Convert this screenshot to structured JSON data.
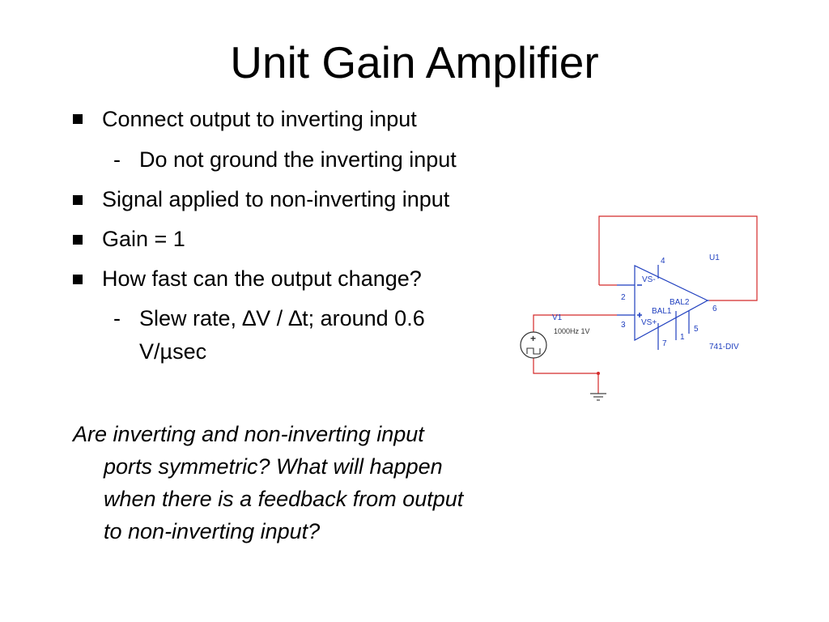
{
  "title": "Unit Gain Amplifier",
  "bullets": [
    {
      "level": 1,
      "text": "Connect output to inverting input"
    },
    {
      "level": 2,
      "text": "Do not ground the inverting input"
    },
    {
      "level": 1,
      "text": "Signal applied to non-inverting input"
    },
    {
      "level": 1,
      "text": "Gain = 1"
    },
    {
      "level": 1,
      "text": "How fast can the output change?"
    },
    {
      "level": 2,
      "text": "Slew rate, ∆V / ∆t; around 0.6"
    },
    {
      "level": 2,
      "text": "V/µsec"
    }
  ],
  "question_lines": [
    "Are inverting and non-inverting input",
    "ports symmetric? What will happen",
    "when there is a feedback from output",
    "to non-inverting input?"
  ],
  "schematic": {
    "opamp_ref": "U1",
    "opamp_model": "741-DIV",
    "pin_vs_minus": "VS-",
    "pin_vs_plus": "VS+",
    "pin_bal1": "BAL1",
    "pin_bal2": "BAL2",
    "pin_2": "2",
    "pin_3": "3",
    "pin_4": "4",
    "pin_5": "5",
    "pin_6": "6",
    "pin_7": "7",
    "pin_1": "1",
    "source_ref": "V1",
    "source_params": "1000Hz  1V",
    "source_plus": "+",
    "wire_color": "#d42a2a",
    "component_color": "#1f3fbf"
  }
}
